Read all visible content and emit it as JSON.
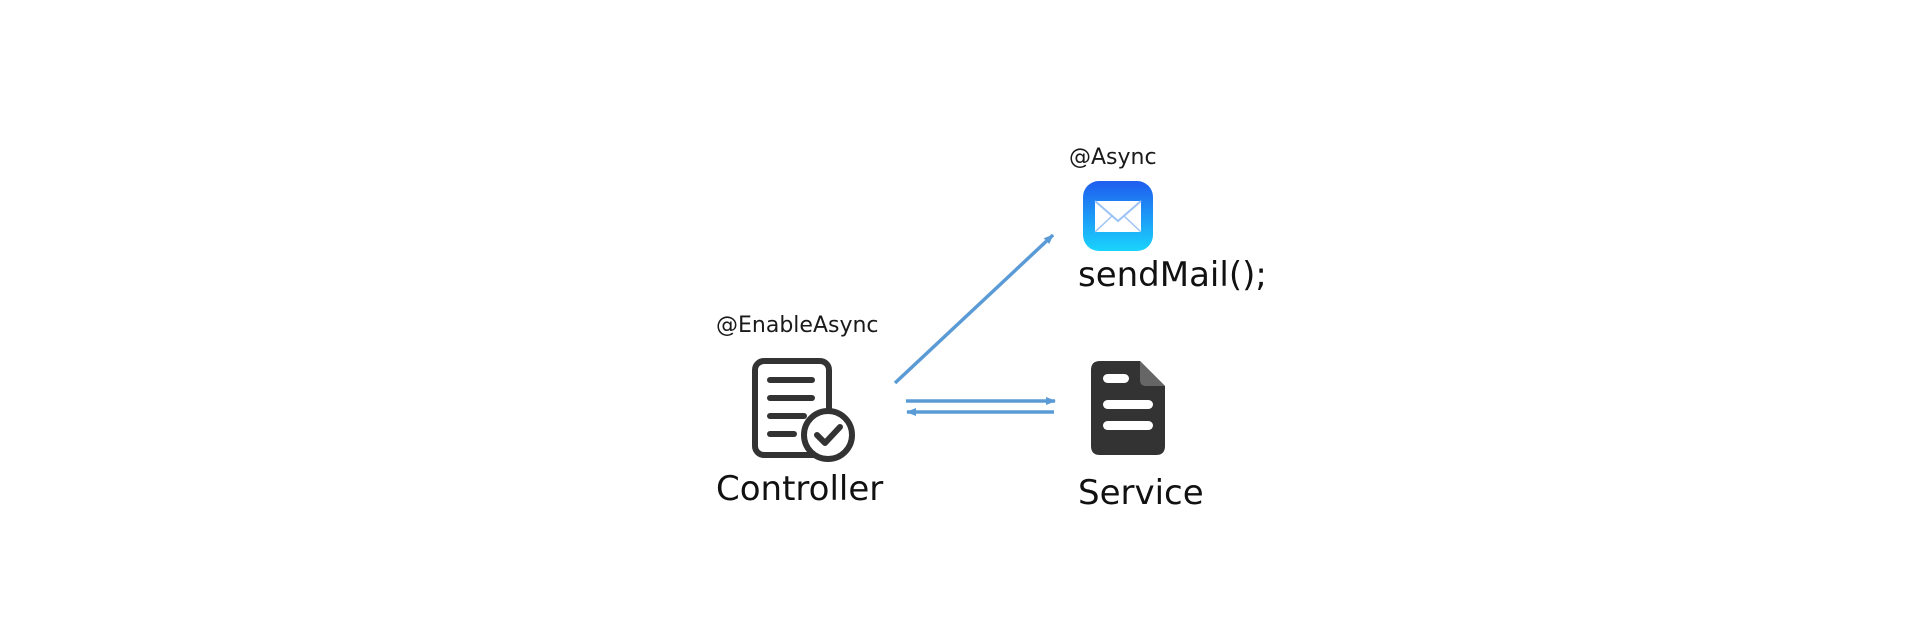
{
  "nodes": {
    "controller": {
      "annotation": "@EnableAsync",
      "label": "Controller",
      "icon": "document-check-icon"
    },
    "mail": {
      "annotation": "@Async",
      "label": "sendMail();",
      "icon": "mail-envelope-icon"
    },
    "service": {
      "label": "Service",
      "icon": "document-file-icon"
    }
  },
  "colors": {
    "arrow": "#5B9BD5",
    "icon_dark": "#333333",
    "mail_gradient_top": "#1F5DEF",
    "mail_gradient_bottom": "#1AD4FD"
  }
}
